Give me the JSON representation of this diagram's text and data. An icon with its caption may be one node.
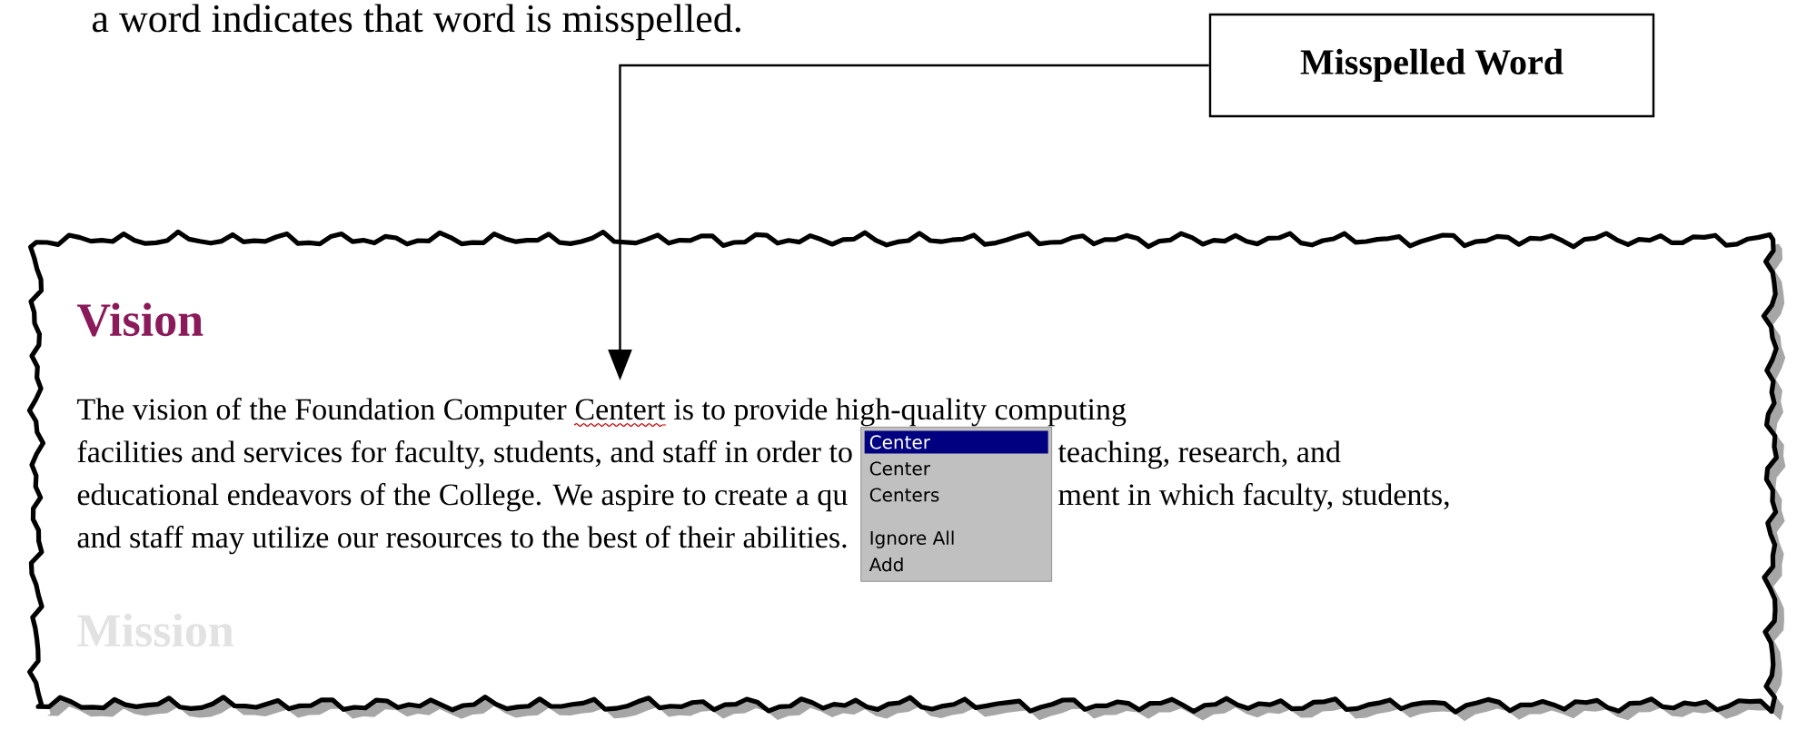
{
  "diagram": {
    "nodes": [
      {
        "text": [
          "Misspelled Word"
        ]
      },
      {
        "text": [
          "Vision"
        ]
      },
      {
        "text": [
          "Centert"
        ],
        "in": 1
      },
      {
        "text": [
          "Center",
          "Center",
          "Centers",
          "Ignore All",
          "Add"
        ],
        "in": 1
      }
    ],
    "edges": [
      {
        "from": 0,
        "to": 2,
        "arrow": "to"
      }
    ],
    "labels": [
      "a word indicates that word is misspelled.",
      "The vision of the Foundation Computer",
      "is to provide high-quality computing",
      "facilities and services for faculty, students, and staff in order to",
      "teaching, research, and",
      "educational endeavors of the College. We aspire to create a qu",
      "ment in which faculty, students,",
      "and staff may utilize our resources to the best of their abilities.",
      "Mission"
    ]
  }
}
